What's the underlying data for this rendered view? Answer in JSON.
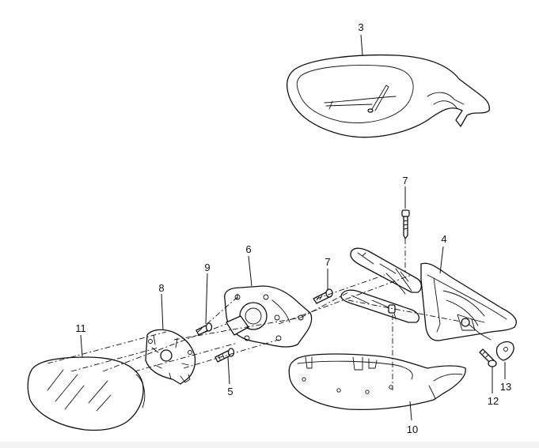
{
  "callouts": {
    "c3": "3",
    "c4": "4",
    "c5": "5",
    "c6": "6",
    "c7a": "7",
    "c7b": "7",
    "c8": "8",
    "c9": "9",
    "c10": "10",
    "c11": "11",
    "c12": "12",
    "c13": "13"
  }
}
